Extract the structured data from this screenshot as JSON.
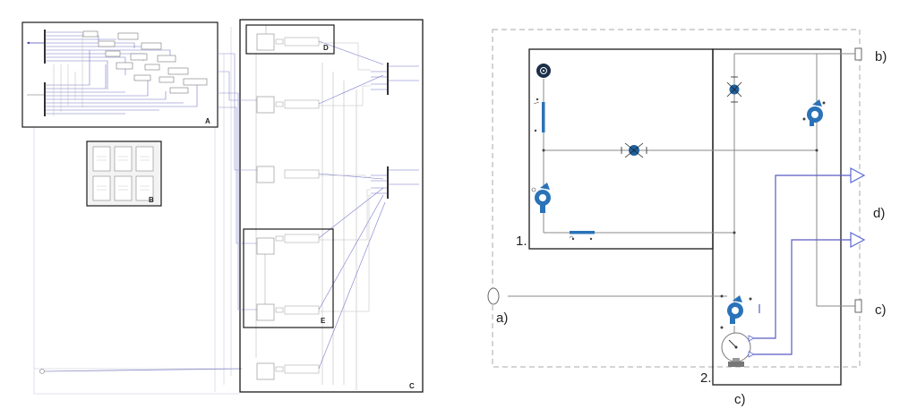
{
  "left_diagram": {
    "block_labels": {
      "a": "A",
      "b": "B",
      "c": "C",
      "d": "D",
      "e": "E"
    }
  },
  "right_diagram": {
    "labels": {
      "region_1": "1.",
      "region_2": "2.",
      "port_a": "a)",
      "port_b": "b)",
      "port_c_right": "c)",
      "port_c_bottom": "c)",
      "port_d": "d)"
    }
  },
  "colors": {
    "block_outline": "#1a1a1a",
    "signal_line": "#6b6bc9",
    "component_blue": "#2a73b8",
    "component_dark": "#1c2f4a",
    "wire": "#9a9a9a",
    "dashed_boundary": "#a8a8a8"
  }
}
